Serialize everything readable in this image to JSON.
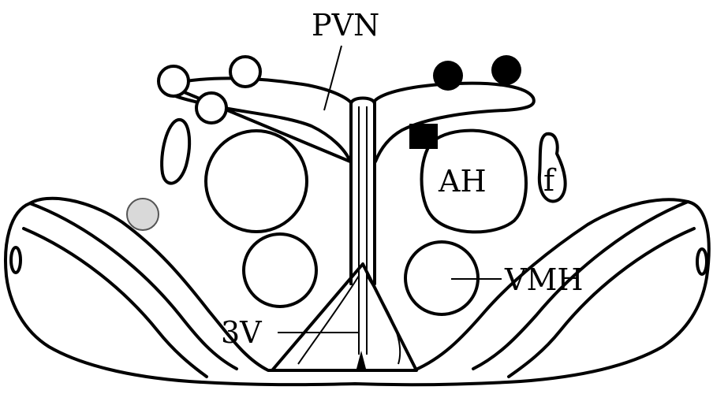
{
  "labels": {
    "pvn": "PVN",
    "ah": "AH",
    "f": "f",
    "vmh": "VMH",
    "third_ventricle": "3V"
  },
  "colors": {
    "stroke": "#000000",
    "background": "#ffffff",
    "open_marker": "#ffffff",
    "filled_marker": "#000000",
    "stippled_marker": "#d9d9d9"
  },
  "markers": {
    "open_circles": 3,
    "filled_circles": 2,
    "filled_squares": 1,
    "stippled_circles": 1
  }
}
